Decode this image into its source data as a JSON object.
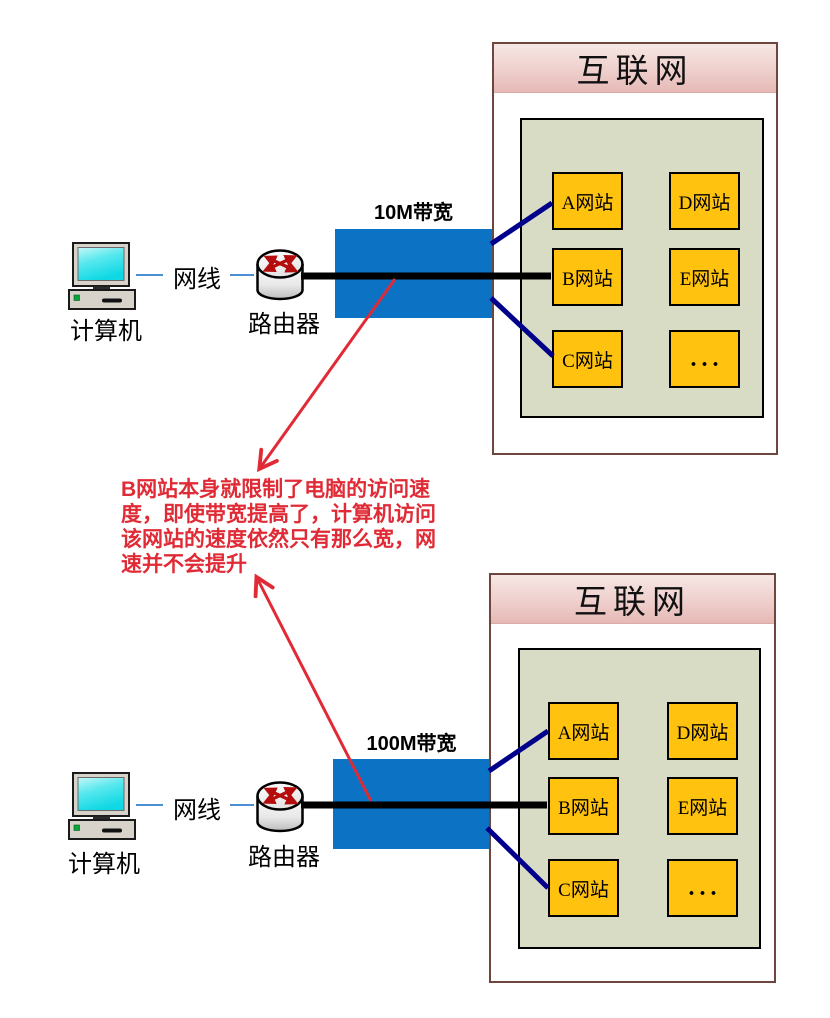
{
  "colors": {
    "pipe_blue": "#0b72c4",
    "site_gold": "#ffc20e",
    "inet_green": "#d9dcc5",
    "frame_brown": "#6f463e",
    "navy": "#00008b",
    "cable_blue": "#4a8fd3",
    "red": "#e02b36"
  },
  "diagrams": [
    {
      "computer_label": "计算机",
      "cable_label": "网线",
      "router_label": "路由器",
      "bandwidth_label": "10M带宽",
      "internet": {
        "title": "互联网",
        "site_columns": [
          [
            "A网站",
            "B网站",
            "C网站"
          ],
          [
            "D网站",
            "E网站",
            "..."
          ]
        ]
      }
    },
    {
      "computer_label": "计算机",
      "cable_label": "网线",
      "router_label": "路由器",
      "bandwidth_label": "100M带宽",
      "internet": {
        "title": "互联网",
        "site_columns": [
          [
            "A网站",
            "B网站",
            "C网站"
          ],
          [
            "D网站",
            "E网站",
            "..."
          ]
        ]
      }
    }
  ],
  "annotation": {
    "lines": [
      "B网站本身就限制了电脑的访问速",
      "度，即使带宽提高了，计算机访问",
      "该网站的速度依然只有那么宽，网",
      "速并不会提升"
    ]
  }
}
